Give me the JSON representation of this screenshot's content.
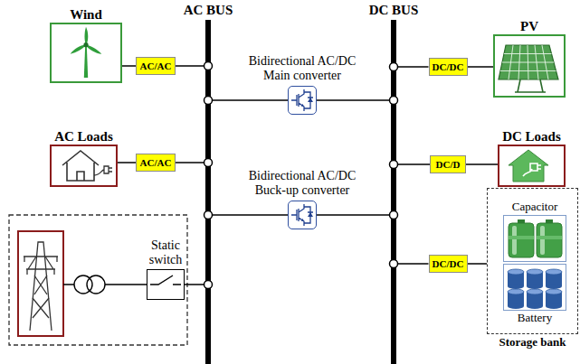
{
  "diagram": {
    "nodes": [
      {
        "text": [
          "Wind"
        ]
      },
      {
        "text": [
          "AC BUS"
        ]
      },
      {
        "text": [
          "DC BUS"
        ]
      },
      {
        "text": [
          "PV"
        ]
      },
      {
        "text": [
          "AC/AC"
        ]
      },
      {
        "text": [
          "Bidirectional AC/DC Main converter"
        ]
      },
      {
        "text": [
          "DC/DC"
        ]
      },
      {
        "text": [
          "AC Loads"
        ]
      },
      {
        "text": [
          "AC/AC"
        ]
      },
      {
        "text": [
          "Bidirectional AC/DC Buck-up converter"
        ]
      },
      {
        "text": [
          "DC/D"
        ]
      },
      {
        "text": [
          "DC Loads"
        ]
      },
      {
        "text": [
          "Storage bank"
        ]
      },
      {
        "text": [
          "Capacitor"
        ],
        "in": 12
      },
      {
        "text": [
          "Battery"
        ],
        "in": 12
      },
      {
        "text": [
          "Static switch"
        ]
      },
      {
        "text": [
          "DC/DC"
        ]
      }
    ],
    "edges": [
      {
        "from": 0,
        "to": 4,
        "arrow": "none"
      },
      {
        "from": 4,
        "to": 1,
        "arrow": "none"
      },
      {
        "from": 1,
        "to": 5,
        "arrow": "none"
      },
      {
        "from": 5,
        "to": 2,
        "arrow": "none"
      },
      {
        "from": 2,
        "to": 6,
        "arrow": "none"
      },
      {
        "from": 6,
        "to": 3,
        "arrow": "none"
      },
      {
        "from": 7,
        "to": 8,
        "arrow": "none"
      },
      {
        "from": 8,
        "to": 1,
        "arrow": "none"
      },
      {
        "from": 1,
        "to": 9,
        "arrow": "none"
      },
      {
        "from": 9,
        "to": 2,
        "arrow": "none"
      },
      {
        "from": 2,
        "to": 10,
        "arrow": "none"
      },
      {
        "from": 10,
        "to": 11,
        "arrow": "none"
      },
      {
        "from": 15,
        "to": 1,
        "arrow": "none"
      },
      {
        "from": 2,
        "to": 16,
        "arrow": "none"
      },
      {
        "from": 16,
        "to": 12,
        "arrow": "none"
      }
    ]
  }
}
